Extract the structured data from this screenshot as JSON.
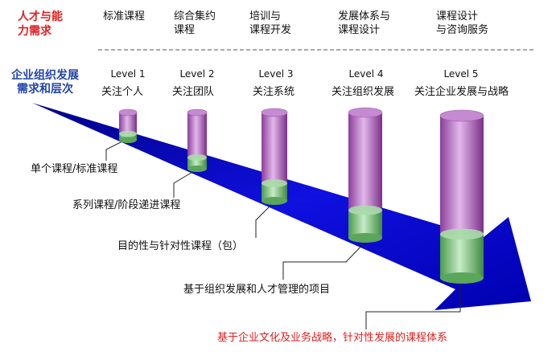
{
  "header": {
    "title": "人才与能\n力需求",
    "columns": [
      "标准课程",
      "综合集约\n课程",
      "培训与\n课程开发",
      "发展体系与\n课程设计",
      "课程设计\n与咨询服务"
    ]
  },
  "side_label": "企业组织发展\n需求和层次",
  "levels": [
    {
      "level": "Level 1",
      "label": "关注个人",
      "fill_fraction": 0.22
    },
    {
      "level": "Level 2",
      "label": "关注团队",
      "fill_fraction": 0.2
    },
    {
      "level": "Level 3",
      "label": "关注系统",
      "fill_fraction": 0.2
    },
    {
      "level": "Level 4",
      "label": "关注组织发展",
      "fill_fraction": 0.22
    },
    {
      "level": "Level 5",
      "label": "关注企业发展与战略",
      "fill_fraction": 0.27
    }
  ],
  "callouts": [
    "单个课程/标准课程",
    "系列课程/阶段递进课程",
    "目的性与针对性课程（包）",
    "基于组织发展和人才管理的项目",
    "基于企业文化及业务战略，针对性发展的课程体系"
  ],
  "colors": {
    "arrow": "#1010e0",
    "cylinder_top": "#b070c0",
    "cylinder_fill": "#80c080",
    "accent_red": "#e02020",
    "accent_blue": "#2244aa"
  }
}
